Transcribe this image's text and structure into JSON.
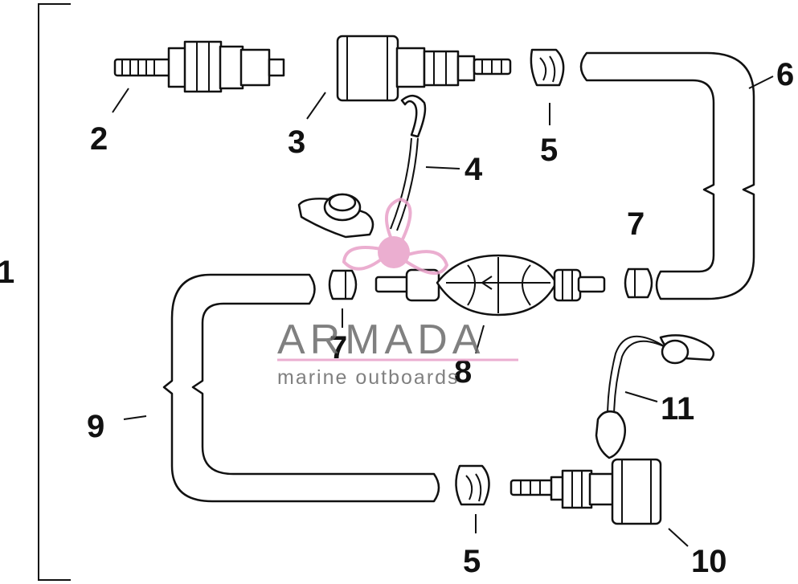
{
  "callouts": {
    "c1": "1",
    "c2": "2",
    "c3": "3",
    "c4": "4",
    "c5a": "5",
    "c5b": "5",
    "c6": "6",
    "c7a": "7",
    "c7b": "7",
    "c8": "8",
    "c9": "9",
    "c10": "10",
    "c11": "11"
  },
  "watermark": {
    "brand": "ARMADA",
    "tagline": "marine outboards",
    "accent_color": "#e8a0c8",
    "text_color": "#6b6b6b"
  }
}
